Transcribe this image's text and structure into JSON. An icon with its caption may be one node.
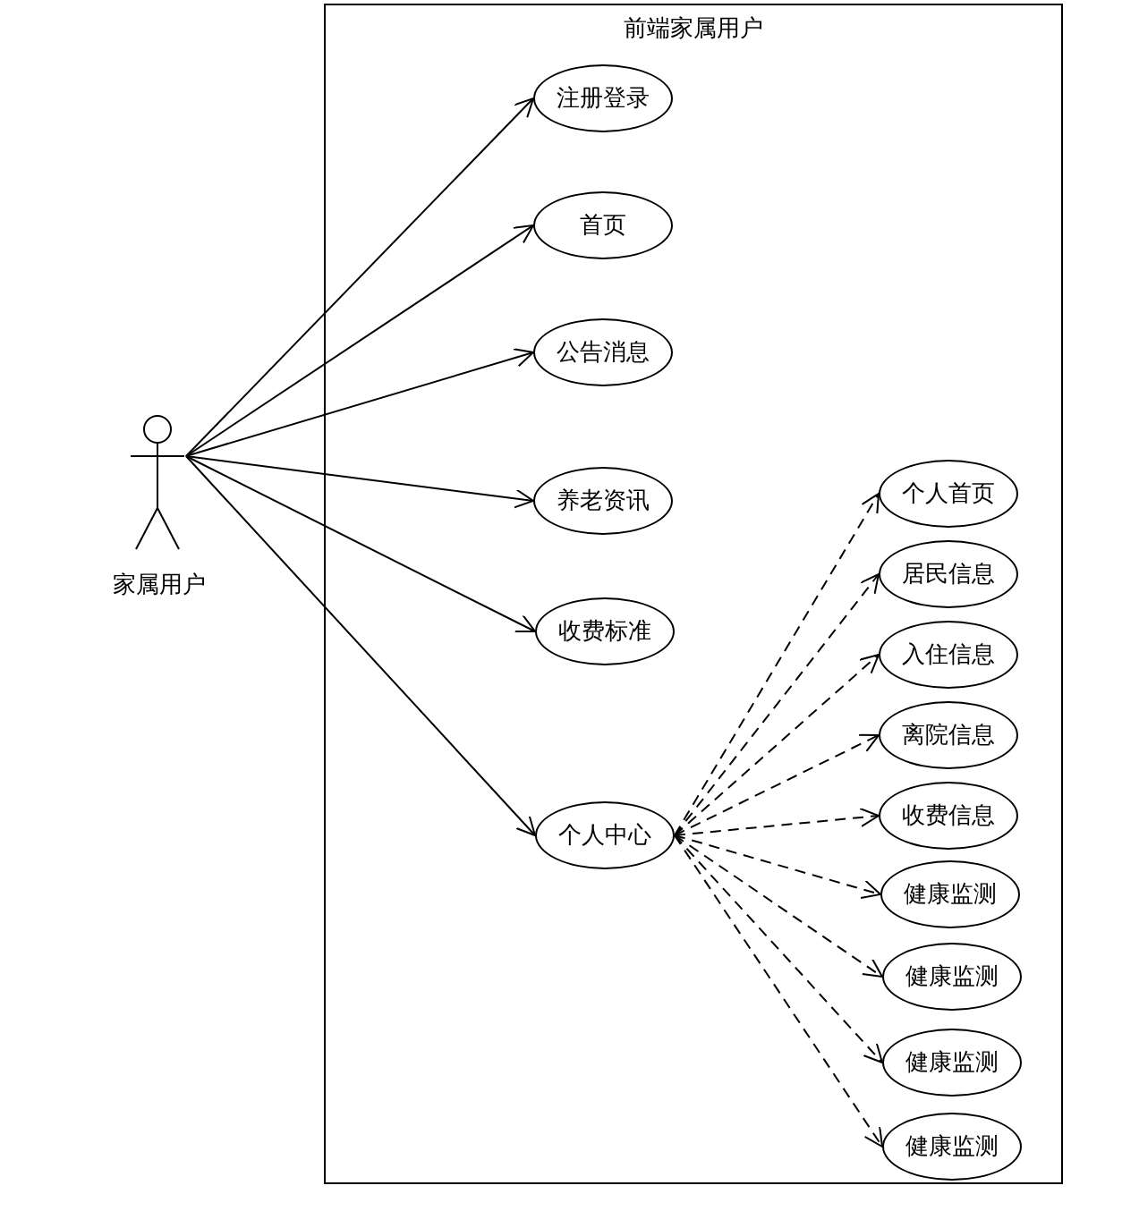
{
  "diagram": {
    "nodes": [
      {
        "text": [
          "前端家属用户"
        ]
      },
      {
        "text": [
          "家属用户"
        ]
      },
      {
        "text": [
          "注册登录"
        ],
        "in": 0
      },
      {
        "text": [
          "首页"
        ],
        "in": 0
      },
      {
        "text": [
          "公告消息"
        ],
        "in": 0
      },
      {
        "text": [
          "养老资讯"
        ],
        "in": 0
      },
      {
        "text": [
          "收费标准"
        ],
        "in": 0
      },
      {
        "text": [
          "个人中心"
        ],
        "in": 0
      },
      {
        "text": [
          "个人首页"
        ],
        "in": 0
      },
      {
        "text": [
          "居民信息"
        ],
        "in": 0
      },
      {
        "text": [
          "入住信息"
        ],
        "in": 0
      },
      {
        "text": [
          "离院信息"
        ],
        "in": 0
      },
      {
        "text": [
          "收费信息"
        ],
        "in": 0
      },
      {
        "text": [
          "健康监测"
        ],
        "in": 0
      },
      {
        "text": [
          "健康监测"
        ],
        "in": 0
      },
      {
        "text": [
          "健康监测"
        ],
        "in": 0
      },
      {
        "text": [
          "健康监测"
        ],
        "in": 0
      }
    ],
    "edges": [
      {
        "from": 1,
        "to": 2,
        "arrow": "to"
      },
      {
        "from": 1,
        "to": 3,
        "arrow": "to"
      },
      {
        "from": 1,
        "to": 4,
        "arrow": "to"
      },
      {
        "from": 1,
        "to": 5,
        "arrow": "to"
      },
      {
        "from": 1,
        "to": 6,
        "arrow": "to"
      },
      {
        "from": 1,
        "to": 7,
        "arrow": "to"
      },
      {
        "from": 7,
        "to": 8,
        "arrow": "to",
        "style": "dashed"
      },
      {
        "from": 7,
        "to": 9,
        "arrow": "to",
        "style": "dashed"
      },
      {
        "from": 7,
        "to": 10,
        "arrow": "to",
        "style": "dashed"
      },
      {
        "from": 7,
        "to": 11,
        "arrow": "to",
        "style": "dashed"
      },
      {
        "from": 7,
        "to": 12,
        "arrow": "to",
        "style": "dashed"
      },
      {
        "from": 7,
        "to": 13,
        "arrow": "to",
        "style": "dashed"
      },
      {
        "from": 7,
        "to": 14,
        "arrow": "to",
        "style": "dashed"
      },
      {
        "from": 7,
        "to": 15,
        "arrow": "to",
        "style": "dashed"
      },
      {
        "from": 7,
        "to": 16,
        "arrow": "to",
        "style": "dashed"
      }
    ]
  }
}
